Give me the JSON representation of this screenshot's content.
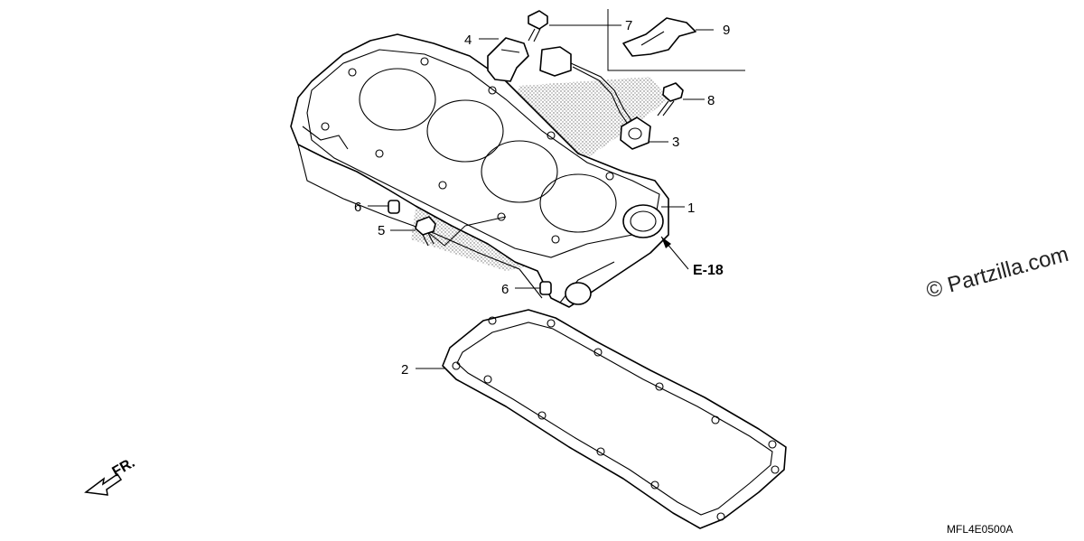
{
  "diagram": {
    "callout_labels": [
      "1",
      "2",
      "3",
      "4",
      "5",
      "6",
      "6",
      "7",
      "8",
      "9"
    ],
    "reference": "E-18",
    "direction_marker": "FR.",
    "diagram_code": "MFL4E0500A",
    "watermark": "© Partzilla.com"
  }
}
